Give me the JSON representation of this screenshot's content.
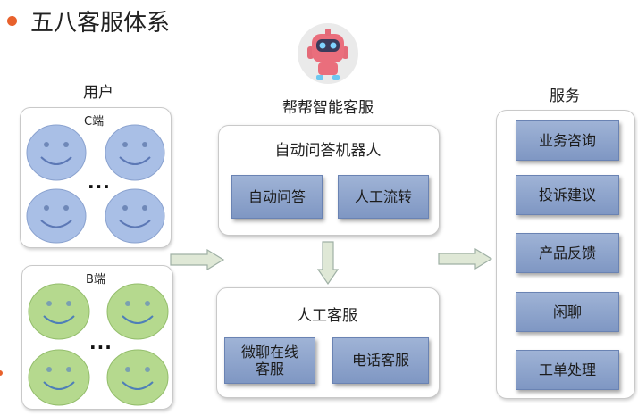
{
  "title": "五八客服体系",
  "users": {
    "heading": "用户",
    "c_group": "C端",
    "b_group": "B端",
    "ellipsis": "..."
  },
  "center": {
    "heading": "帮帮智能客服",
    "robot_box": {
      "title": "自动问答机器人",
      "buttons": [
        "自动问答",
        "人工流转"
      ]
    },
    "human_box": {
      "title": "人工客服",
      "buttons": [
        "微聊在线\n客服",
        "电话客服"
      ]
    }
  },
  "services": {
    "heading": "服务",
    "items": [
      "业务咨询",
      "投诉建议",
      "产品反馈",
      "闲聊",
      "工单处理"
    ]
  },
  "colors": {
    "accent_dot": "#e8612c",
    "blue_face": "#a9bfe6",
    "green_face": "#b5d98e",
    "button": "#8da4cd",
    "arrow_fill": "#dfe8d6"
  }
}
